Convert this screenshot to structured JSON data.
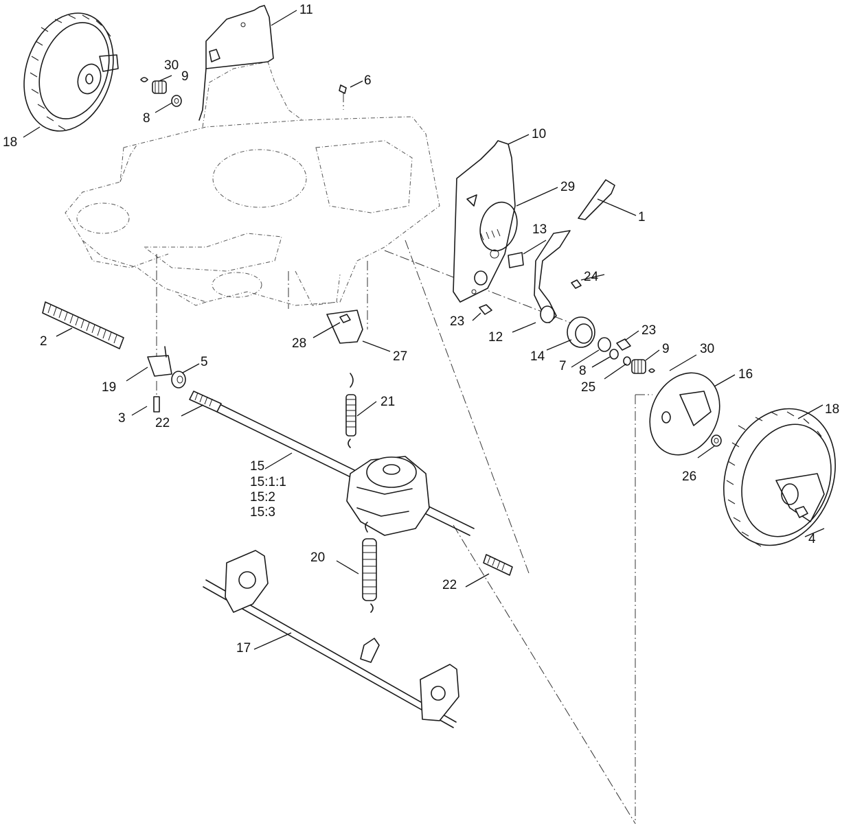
{
  "callouts": [
    {
      "id": "c1",
      "text": "1"
    },
    {
      "id": "c2",
      "text": "2"
    },
    {
      "id": "c3",
      "text": "3"
    },
    {
      "id": "c4",
      "text": "4"
    },
    {
      "id": "c5",
      "text": "5"
    },
    {
      "id": "c6",
      "text": "6"
    },
    {
      "id": "c7",
      "text": "7"
    },
    {
      "id": "c8a",
      "text": "8"
    },
    {
      "id": "c8b",
      "text": "8"
    },
    {
      "id": "c9a",
      "text": "9"
    },
    {
      "id": "c9b",
      "text": "9"
    },
    {
      "id": "c10",
      "text": "10"
    },
    {
      "id": "c11",
      "text": "11"
    },
    {
      "id": "c12",
      "text": "12"
    },
    {
      "id": "c13",
      "text": "13"
    },
    {
      "id": "c14",
      "text": "14"
    },
    {
      "id": "c15",
      "text": "15"
    },
    {
      "id": "c15s1",
      "text": "15:1:1"
    },
    {
      "id": "c15s2",
      "text": "15:2"
    },
    {
      "id": "c15s3",
      "text": "15:3"
    },
    {
      "id": "c16",
      "text": "16"
    },
    {
      "id": "c17",
      "text": "17"
    },
    {
      "id": "c18a",
      "text": "18"
    },
    {
      "id": "c18b",
      "text": "18"
    },
    {
      "id": "c19",
      "text": "19"
    },
    {
      "id": "c20",
      "text": "20"
    },
    {
      "id": "c21",
      "text": "21"
    },
    {
      "id": "c22a",
      "text": "22"
    },
    {
      "id": "c22b",
      "text": "22"
    },
    {
      "id": "c23a",
      "text": "23"
    },
    {
      "id": "c23b",
      "text": "23"
    },
    {
      "id": "c24",
      "text": "24"
    },
    {
      "id": "c25",
      "text": "25"
    },
    {
      "id": "c26",
      "text": "26"
    },
    {
      "id": "c27",
      "text": "27"
    },
    {
      "id": "c28",
      "text": "28"
    },
    {
      "id": "c29",
      "text": "29"
    },
    {
      "id": "c30a",
      "text": "30"
    },
    {
      "id": "c30b",
      "text": "30"
    }
  ]
}
